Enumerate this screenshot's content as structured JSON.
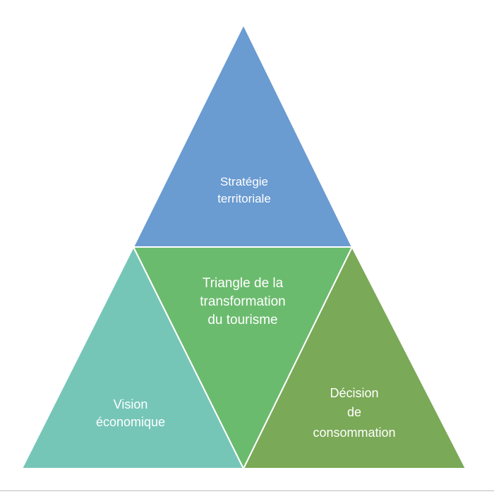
{
  "colors": {
    "top": "#6A9BD1",
    "center": "#6BBB6E",
    "left": "#76C6B8",
    "right": "#7AA957",
    "text": "#FFFFFF",
    "outline": "#FFFFFF"
  },
  "triangles": {
    "top": {
      "lines": [
        "Stratégie",
        "territoriale"
      ]
    },
    "center": {
      "lines": [
        "Triangle de la",
        "transformation",
        "du tourisme"
      ]
    },
    "left": {
      "lines": [
        "Vision",
        "économique"
      ]
    },
    "right": {
      "lines": [
        "Décision",
        "de",
        "consommation"
      ]
    }
  }
}
